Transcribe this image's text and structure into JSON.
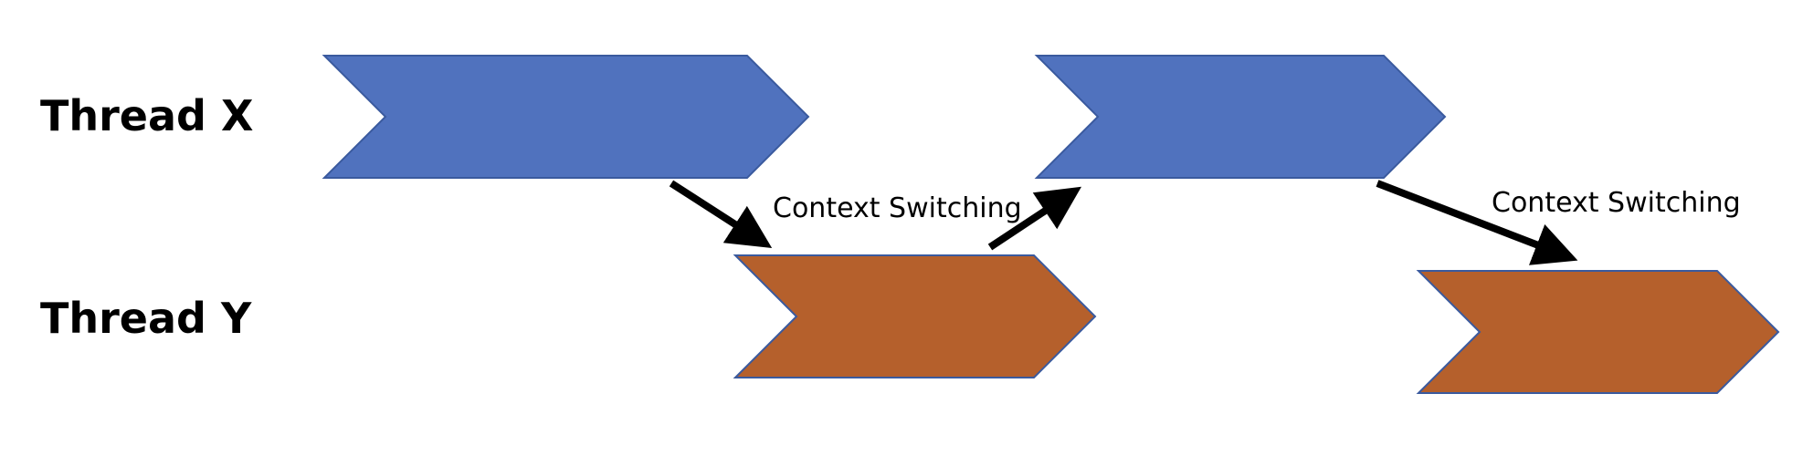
{
  "threads": [
    {
      "label": "Thread X",
      "color": "#5072BE"
    },
    {
      "label": "Thread Y",
      "color": "#B5602C"
    }
  ],
  "context_switch_labels": [
    "Context Switching",
    "Context Switching"
  ],
  "arrow_color": "#000000"
}
